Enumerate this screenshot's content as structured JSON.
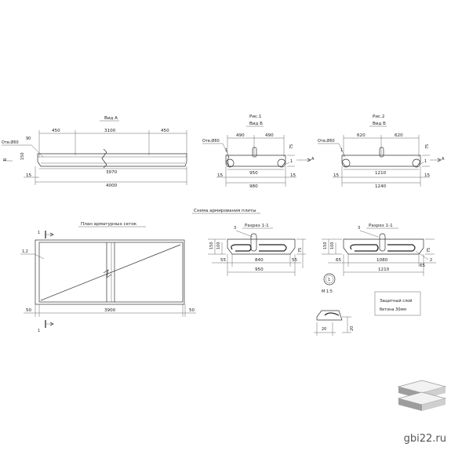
{
  "views": {
    "view_a": {
      "title": "Вид А",
      "hole": "Отв.Ø60",
      "dims_top": [
        "450",
        "3100",
        "450"
      ],
      "dim_side": "90",
      "dim_height": "150",
      "label_left": "Б",
      "dim_bottom": "3970",
      "dim_end": "15",
      "dim_total": "4000"
    },
    "fig1": {
      "title": "Рис.1",
      "subtitle": "Вид Б",
      "hole": "Отв.Ø60",
      "dims_top": [
        "490",
        "490"
      ],
      "dim_right": "75",
      "marker_left": "1",
      "marker_right": "1",
      "arrow_label": "А",
      "dim_inner": "950",
      "dim_end_left": "15",
      "dim_end_right": "15",
      "dim_total": "980"
    },
    "fig2": {
      "title": "Рис.2",
      "subtitle": "Вид Б",
      "hole": "Отв.Ø60",
      "dims_top": [
        "620",
        "620"
      ],
      "dim_right": "75",
      "marker_left": "1",
      "marker_right": "1",
      "arrow_label": "А",
      "dim_inner": "1210",
      "dim_end_left": "15",
      "dim_end_right": "15",
      "dim_total": "1240"
    }
  },
  "scheme": {
    "title": "Схема армирования плиты",
    "plan_title": "План арматурных сеток",
    "section_mark": "1",
    "mesh_label": "1,2",
    "dim_left": "50",
    "dim_middle": "3900",
    "dim_right": "50"
  },
  "sections": {
    "s1": {
      "title": "Разрез 1-1",
      "marker_3": "3",
      "dim_left": [
        "150",
        "100"
      ],
      "dim_right": "75",
      "dims_bottom": [
        "55",
        "840",
        "55"
      ],
      "dim_total": "950"
    },
    "s2": {
      "title": "Разрез 1-1",
      "marker_3": "3",
      "marker_2": "2",
      "dim_left": [
        "150",
        "100"
      ],
      "dim_right": "75",
      "dims_bottom": [
        "65",
        "1080",
        "65"
      ],
      "dim_total": "1210"
    }
  },
  "node": {
    "label": "1",
    "scale": "М 1:5",
    "dims": [
      "20",
      "20"
    ]
  },
  "note": {
    "line1": "Защитный слой",
    "line2": "бетона 30мм"
  },
  "watermark": {
    "text": "gbi22.ru"
  }
}
